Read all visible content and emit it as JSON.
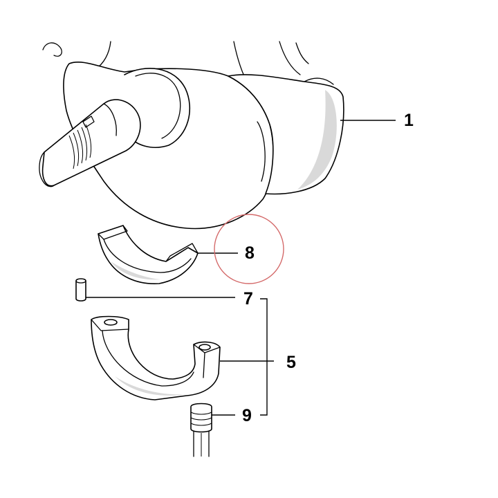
{
  "callouts": {
    "crankshaft": "1",
    "bearing_shell": "8",
    "dowel_pin": "7",
    "bearing_cap": "5",
    "bolt": "9"
  },
  "colors": {
    "line": "#000000",
    "shading": "#d9d9d9",
    "highlight_circle": "#d46a6a",
    "background": "#ffffff"
  }
}
